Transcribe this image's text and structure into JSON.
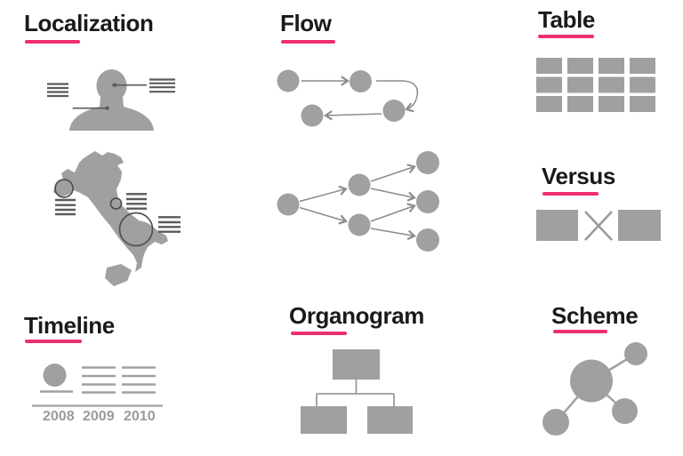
{
  "palette": {
    "accent_pink": "#ed2e70",
    "shape_gray": "#a0a0a0",
    "annotation_dark_gray": "#5a5a5a",
    "line_gray": "#9b9b9b",
    "title_color": "#1a1a1a"
  },
  "sections": {
    "localization": {
      "title": "Localization"
    },
    "flow": {
      "title": "Flow"
    },
    "table": {
      "title": "Table",
      "grid_rows": 3,
      "grid_columns": 4
    },
    "versus": {
      "title": "Versus"
    },
    "timeline": {
      "title": "Timeline",
      "years": [
        "2008",
        "2009",
        "2010"
      ]
    },
    "organogram": {
      "title": "Organogram"
    },
    "scheme": {
      "title": "Scheme"
    }
  }
}
